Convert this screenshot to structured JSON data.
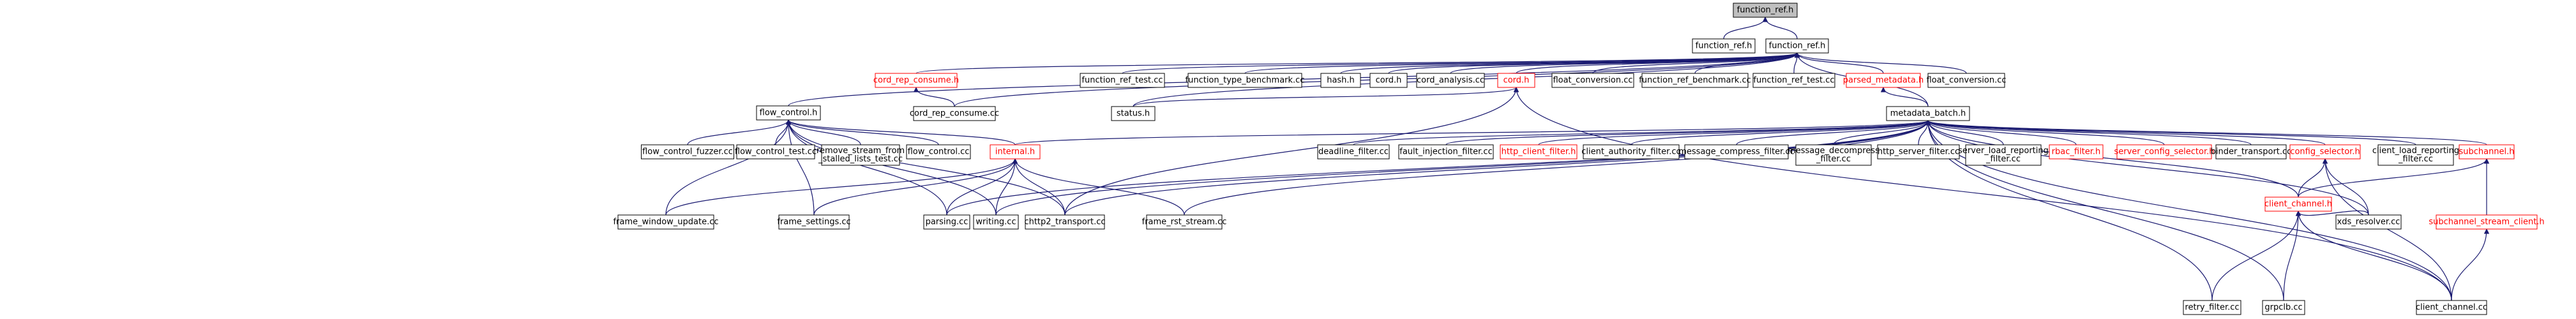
{
  "graph": {
    "edge_color": "#191970",
    "missing_color": "#ff0000",
    "root_fill": "#bfbfbf",
    "nodes": [
      {
        "id": "function_ref_h_root",
        "label": [
          "function_ref.h"
        ],
        "root": true
      },
      {
        "id": "function_ref_h_a",
        "label": [
          "function_ref.h"
        ]
      },
      {
        "id": "function_ref_h_b",
        "label": [
          "function_ref.h"
        ]
      },
      {
        "id": "flow_control_h",
        "label": [
          "flow_control.h"
        ]
      },
      {
        "id": "cord_rep_consume_h",
        "label": [
          "cord_rep_consume.h"
        ],
        "missing": true
      },
      {
        "id": "function_ref_test_cc_1",
        "label": [
          "function_ref_test.cc"
        ]
      },
      {
        "id": "function_type_benchmark_cc",
        "label": [
          "function_type_benchmark.cc"
        ]
      },
      {
        "id": "hash_h",
        "label": [
          "hash.h"
        ]
      },
      {
        "id": "cord_h",
        "label": [
          "cord.h"
        ]
      },
      {
        "id": "cord_analysis_cc",
        "label": [
          "cord_analysis.cc"
        ]
      },
      {
        "id": "cord_h_red",
        "label": [
          "cord.h"
        ],
        "missing": true
      },
      {
        "id": "float_conversion_cc_1",
        "label": [
          "float_conversion.cc"
        ]
      },
      {
        "id": "function_ref_benchmark_cc",
        "label": [
          "function_ref_benchmark.cc"
        ]
      },
      {
        "id": "function_ref_test_cc_2",
        "label": [
          "function_ref_test.cc"
        ]
      },
      {
        "id": "parsed_metadata_h",
        "label": [
          "parsed_metadata.h"
        ],
        "missing": true
      },
      {
        "id": "float_conversion_cc_2",
        "label": [
          "float_conversion.cc"
        ]
      },
      {
        "id": "cord_rep_consume_cc",
        "label": [
          "cord_rep_consume.cc"
        ]
      },
      {
        "id": "status_h",
        "label": [
          "status.h"
        ]
      },
      {
        "id": "metadata_batch_h",
        "label": [
          "metadata_batch.h"
        ]
      },
      {
        "id": "flow_control_fuzzer_cc",
        "label": [
          "flow_control_fuzzer.cc"
        ]
      },
      {
        "id": "flow_control_test_cc",
        "label": [
          "flow_control_test.cc"
        ]
      },
      {
        "id": "remove_stream_from_stalled_lists_test_cc",
        "label": [
          "remove_stream_from",
          "_stalled_lists_test.cc"
        ]
      },
      {
        "id": "flow_control_cc",
        "label": [
          "flow_control.cc"
        ]
      },
      {
        "id": "internal_h",
        "label": [
          "internal.h"
        ],
        "missing": true
      },
      {
        "id": "deadline_filter_cc",
        "label": [
          "deadline_filter.cc"
        ]
      },
      {
        "id": "fault_injection_filter_cc",
        "label": [
          "fault_injection_filter.cc"
        ]
      },
      {
        "id": "http_client_filter_h",
        "label": [
          "http_client_filter.h"
        ],
        "missing": true
      },
      {
        "id": "client_authority_filter_cc",
        "label": [
          "client_authority_filter.cc"
        ]
      },
      {
        "id": "message_compress_filter_cc",
        "label": [
          "message_compress_filter.cc"
        ]
      },
      {
        "id": "message_decompress_filter_cc",
        "label": [
          "message_decompress",
          "_filter.cc"
        ]
      },
      {
        "id": "http_server_filter_cc",
        "label": [
          "http_server_filter.cc"
        ]
      },
      {
        "id": "server_load_reporting_filter_cc",
        "label": [
          "server_load_reporting",
          "_filter.cc"
        ]
      },
      {
        "id": "rbac_filter_h",
        "label": [
          "rbac_filter.h"
        ],
        "missing": true
      },
      {
        "id": "server_config_selector_h",
        "label": [
          "server_config_selector.h"
        ],
        "missing": true
      },
      {
        "id": "binder_transport_cc",
        "label": [
          "binder_transport.cc"
        ]
      },
      {
        "id": "config_selector_h",
        "label": [
          "config_selector.h"
        ],
        "missing": true
      },
      {
        "id": "client_load_reporting_filter_cc",
        "label": [
          "client_load_reporting",
          "_filter.cc"
        ]
      },
      {
        "id": "subchannel_h",
        "label": [
          "subchannel.h"
        ],
        "missing": true
      },
      {
        "id": "frame_window_update_cc",
        "label": [
          "frame_window_update.cc"
        ]
      },
      {
        "id": "frame_settings_cc",
        "label": [
          "frame_settings.cc"
        ]
      },
      {
        "id": "parsing_cc",
        "label": [
          "parsing.cc"
        ]
      },
      {
        "id": "writing_cc",
        "label": [
          "writing.cc"
        ]
      },
      {
        "id": "chttp2_transport_cc",
        "label": [
          "chttp2_transport.cc"
        ]
      },
      {
        "id": "frame_rst_stream_cc",
        "label": [
          "frame_rst_stream.cc"
        ]
      },
      {
        "id": "client_channel_h",
        "label": [
          "client_channel.h"
        ],
        "missing": true
      },
      {
        "id": "xds_resolver_cc",
        "label": [
          "xds_resolver.cc"
        ]
      },
      {
        "id": "subchannel_stream_client_h",
        "label": [
          "subchannel_stream_client.h"
        ],
        "missing": true
      },
      {
        "id": "retry_filter_cc",
        "label": [
          "retry_filter.cc"
        ]
      },
      {
        "id": "grpclb_cc",
        "label": [
          "grpclb.cc"
        ]
      },
      {
        "id": "client_channel_cc",
        "label": [
          "client_channel.cc"
        ]
      }
    ],
    "edges": [
      [
        "function_ref_h_a",
        "function_ref_h_root"
      ],
      [
        "function_ref_h_b",
        "function_ref_h_root"
      ],
      [
        "flow_control_h",
        "function_ref_h_b"
      ],
      [
        "cord_rep_consume_h",
        "function_ref_h_b"
      ],
      [
        "function_ref_test_cc_1",
        "function_ref_h_b"
      ],
      [
        "function_type_benchmark_cc",
        "function_ref_h_b"
      ],
      [
        "hash_h",
        "function_ref_h_b"
      ],
      [
        "cord_h",
        "function_ref_h_b"
      ],
      [
        "cord_analysis_cc",
        "function_ref_h_b"
      ],
      [
        "cord_h_red",
        "function_ref_h_b"
      ],
      [
        "float_conversion_cc_1",
        "function_ref_h_b"
      ],
      [
        "function_ref_benchmark_cc",
        "function_ref_h_b"
      ],
      [
        "function_ref_test_cc_2",
        "function_ref_h_b"
      ],
      [
        "parsed_metadata_h",
        "function_ref_h_b"
      ],
      [
        "float_conversion_cc_2",
        "function_ref_h_b"
      ],
      [
        "cord_rep_consume_cc",
        "function_ref_h_b"
      ],
      [
        "status_h",
        "function_ref_h_b"
      ],
      [
        "metadata_batch_h",
        "function_ref_h_b"
      ],
      [
        "cord_rep_consume_cc",
        "cord_rep_consume_h"
      ],
      [
        "status_h",
        "cord_h_red"
      ],
      [
        "chttp2_transport_cc",
        "cord_h_red"
      ],
      [
        "client_channel_cc",
        "cord_h_red"
      ],
      [
        "metadata_batch_h",
        "parsed_metadata_h"
      ],
      [
        "flow_control_fuzzer_cc",
        "flow_control_h"
      ],
      [
        "flow_control_test_cc",
        "flow_control_h"
      ],
      [
        "remove_stream_from_stalled_lists_test_cc",
        "flow_control_h"
      ],
      [
        "flow_control_cc",
        "flow_control_h"
      ],
      [
        "internal_h",
        "flow_control_h"
      ],
      [
        "frame_window_update_cc",
        "flow_control_h"
      ],
      [
        "frame_settings_cc",
        "flow_control_h"
      ],
      [
        "parsing_cc",
        "flow_control_h"
      ],
      [
        "writing_cc",
        "flow_control_h"
      ],
      [
        "chttp2_transport_cc",
        "flow_control_h"
      ],
      [
        "frame_window_update_cc",
        "internal_h"
      ],
      [
        "frame_settings_cc",
        "internal_h"
      ],
      [
        "parsing_cc",
        "internal_h"
      ],
      [
        "writing_cc",
        "internal_h"
      ],
      [
        "chttp2_transport_cc",
        "internal_h"
      ],
      [
        "frame_rst_stream_cc",
        "internal_h"
      ],
      [
        "internal_h",
        "metadata_batch_h"
      ],
      [
        "deadline_filter_cc",
        "metadata_batch_h"
      ],
      [
        "fault_injection_filter_cc",
        "metadata_batch_h"
      ],
      [
        "http_client_filter_h",
        "metadata_batch_h"
      ],
      [
        "client_authority_filter_cc",
        "metadata_batch_h"
      ],
      [
        "message_compress_filter_cc",
        "metadata_batch_h"
      ],
      [
        "message_decompress_filter_cc",
        "metadata_batch_h"
      ],
      [
        "http_server_filter_cc",
        "metadata_batch_h"
      ],
      [
        "server_load_reporting_filter_cc",
        "metadata_batch_h"
      ],
      [
        "rbac_filter_h",
        "metadata_batch_h"
      ],
      [
        "server_config_selector_h",
        "metadata_batch_h"
      ],
      [
        "binder_transport_cc",
        "metadata_batch_h"
      ],
      [
        "config_selector_h",
        "metadata_batch_h"
      ],
      [
        "client_load_reporting_filter_cc",
        "metadata_batch_h"
      ],
      [
        "subchannel_h",
        "metadata_batch_h"
      ],
      [
        "parsing_cc",
        "metadata_batch_h"
      ],
      [
        "writing_cc",
        "metadata_batch_h"
      ],
      [
        "chttp2_transport_cc",
        "metadata_batch_h"
      ],
      [
        "frame_rst_stream_cc",
        "metadata_batch_h"
      ],
      [
        "client_channel_h",
        "metadata_batch_h"
      ],
      [
        "retry_filter_cc",
        "metadata_batch_h"
      ],
      [
        "grpclb_cc",
        "metadata_batch_h"
      ],
      [
        "xds_resolver_cc",
        "metadata_batch_h"
      ],
      [
        "client_channel_cc",
        "metadata_batch_h"
      ],
      [
        "client_channel_h",
        "config_selector_h"
      ],
      [
        "xds_resolver_cc",
        "config_selector_h"
      ],
      [
        "client_channel_cc",
        "config_selector_h"
      ],
      [
        "client_channel_h",
        "subchannel_h"
      ],
      [
        "subchannel_stream_client_h",
        "subchannel_h"
      ],
      [
        "client_channel_cc",
        "subchannel_stream_client_h"
      ],
      [
        "retry_filter_cc",
        "client_channel_h"
      ],
      [
        "grpclb_cc",
        "client_channel_h"
      ],
      [
        "client_channel_cc",
        "client_channel_h"
      ],
      [
        "xds_resolver_cc",
        "client_channel_h"
      ]
    ]
  }
}
